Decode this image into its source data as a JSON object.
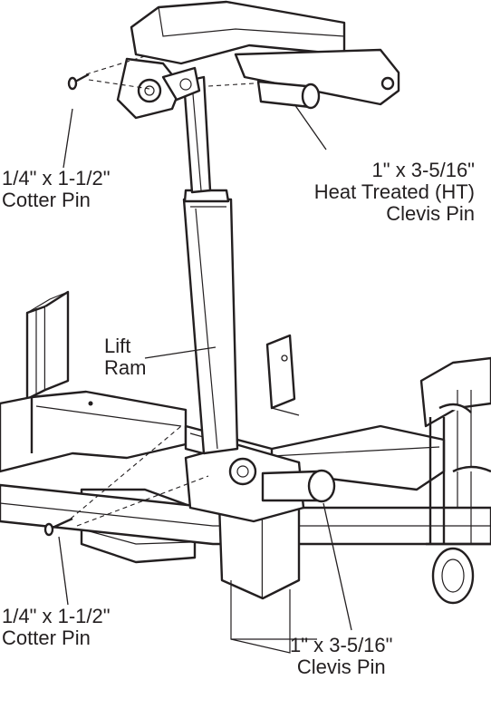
{
  "labels": {
    "top_cotter_pin": {
      "line1": "1/4\" x 1-1/2\"",
      "line2": "Cotter Pin"
    },
    "top_clevis_pin": {
      "line1": "1\" x 3-5/16\"",
      "line2": "Heat Treated (HT)",
      "line3": "Clevis Pin"
    },
    "lift_ram": {
      "line1": "Lift",
      "line2": "Ram"
    },
    "bottom_cotter_pin": {
      "line1": "1/4\" x 1-1/2\"",
      "line2": "Cotter Pin"
    },
    "bottom_clevis_pin": {
      "line1": "1\" x 3-5/16\"",
      "line2": "Clevis Pin"
    }
  },
  "colors": {
    "line": "#231f20",
    "background": "#ffffff"
  }
}
